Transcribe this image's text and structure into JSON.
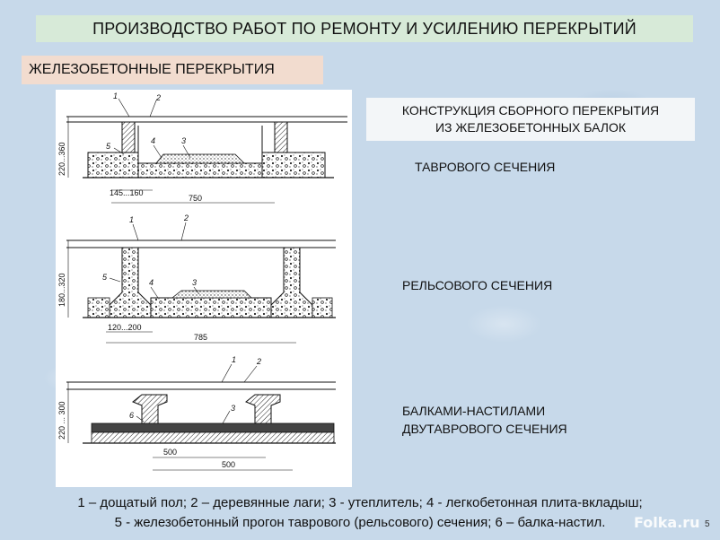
{
  "title": "ПРОИЗВОДСТВО РАБОТ ПО РЕМОНТУ И  УСИЛЕНИЮ ПЕРЕКРЫТИЙ",
  "section": "ЖЕЛЕЗОБЕТОННЫЕ  ПЕРЕКРЫТИЯ",
  "heading": {
    "line1": "КОНСТРУКЦИЯ СБОРНОГО ПЕРЕКРЫТИЯ",
    "line2": "ИЗ ЖЕЛЕЗОБЕТОННЫХ БАЛОК"
  },
  "captions": {
    "tee": "ТАВРОВОГО СЕЧЕНИЯ",
    "rail": "РЕЛЬСОВОГО СЕЧЕНИЯ",
    "deck_line1": "БАЛКАМИ-НАСТИЛАМИ",
    "deck_line2": "ДВУТАВРОВОГО СЕЧЕНИЯ"
  },
  "drawings": {
    "tee": {
      "labels": [
        "1",
        "2",
        "5",
        "4",
        "3"
      ],
      "height_dim": "220...360",
      "width_dim_small": "145...160",
      "width_dim_large": "750"
    },
    "rail": {
      "labels": [
        "1",
        "2",
        "5",
        "4",
        "3"
      ],
      "height_dim": "180...320",
      "width_dim_small": "120...200",
      "width_dim_large": "785"
    },
    "deck": {
      "labels": [
        "1",
        "2",
        "6",
        "3"
      ],
      "height_dim": "220 ... 300",
      "width_dim_1": "500",
      "width_dim_2": "500"
    }
  },
  "legend": {
    "line1": "1 – дощатый пол; 2 – деревянные лаги; 3 - утеплитель; 4 - легкобетонная плита-вкладыш;",
    "line2": "5 - железобетонный прогон таврового (рельсового) сечения; 6 – балка-настил."
  },
  "watermark": "Folka.ru",
  "page_number": "5"
}
